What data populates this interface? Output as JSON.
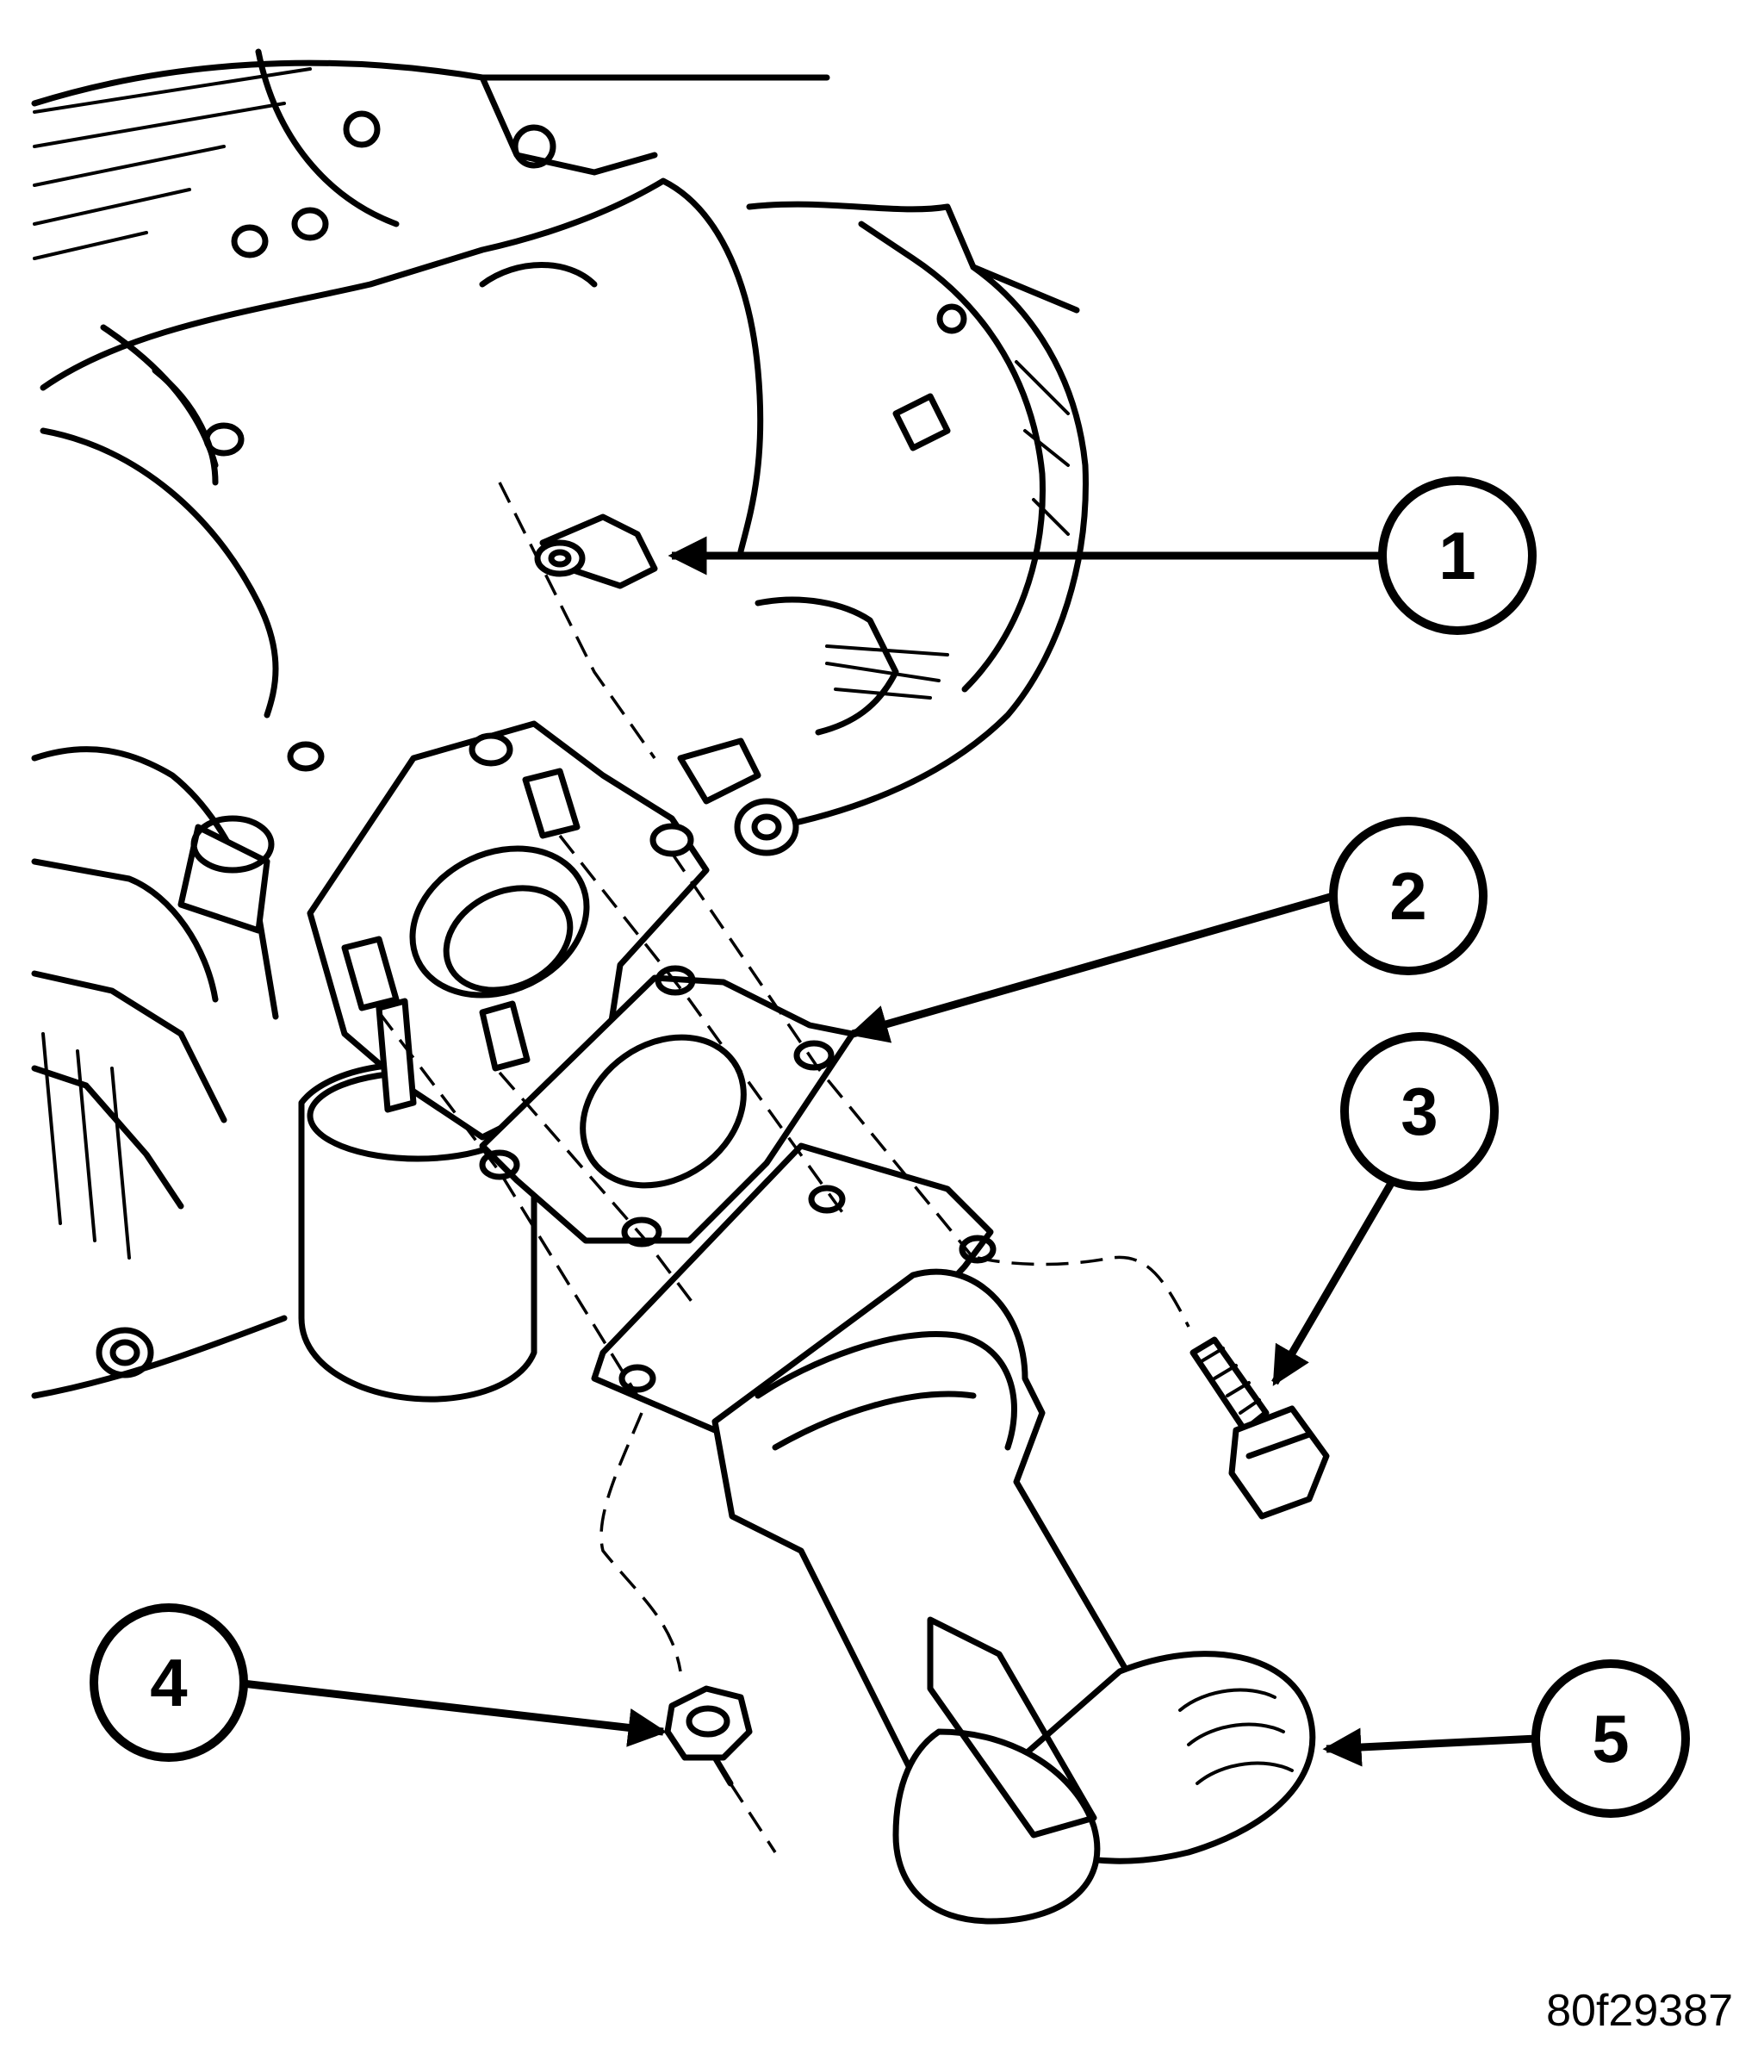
{
  "callouts": [
    {
      "id": "1",
      "label": "1"
    },
    {
      "id": "2",
      "label": "2"
    },
    {
      "id": "3",
      "label": "3"
    },
    {
      "id": "4",
      "label": "4"
    },
    {
      "id": "5",
      "label": "5"
    }
  ],
  "figure_id": "80f29387"
}
